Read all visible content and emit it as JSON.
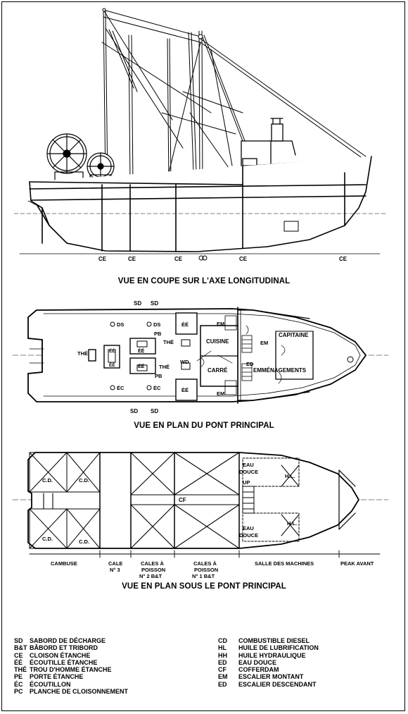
{
  "views": {
    "section_title": "VUE EN COUPE SUR L'AXE LONGITUDINAL",
    "deck_title": "VUE EN PLAN DU PONT PRINCIPAL",
    "below_title": "VUE EN PLAN SOUS LE PONT PRINCIPAL"
  },
  "section_labels": [
    "CE",
    "CE",
    "CE",
    "CE",
    "CE"
  ],
  "deck_labels": {
    "sd": "SD",
    "ds": "DS",
    "ec": "ÉC",
    "ee": "ÉÉ",
    "the": "THÉ",
    "pb": "PB",
    "wd": "WD",
    "em": "EM",
    "ed": "ED",
    "cuisine": "CUISINE",
    "carre": "CARRÉ",
    "capitaine": "CAPITAINE",
    "emmenagements": "EMMÉNAGEMENTS"
  },
  "below_labels": {
    "cd": "C.D.",
    "cf": "CF",
    "eau": "EAU",
    "douce": "DOUCE",
    "up": "UP",
    "hl": "H.L."
  },
  "zones": {
    "cambuse": "CAMBUSE",
    "cale3_a": "CALE",
    "cale3_b": "N° 3",
    "cale2_a": "CALES À",
    "cale2_b": "POISSON",
    "cale2_c": "N° 2 B&T",
    "cale1_a": "CALES À",
    "cale1_b": "POISSON",
    "cale1_c": "N° 1 B&T",
    "salle": "SALLE DES MACHINES",
    "peak": "PEAK AVANT"
  },
  "legend_left": [
    {
      "code": "SD",
      "text": "SABORD DE DÉCHARGE"
    },
    {
      "code": "B&T",
      "text": "BÂBORD ET TRIBORD"
    },
    {
      "code": "CE",
      "text": "CLOISON ÉTANCHE"
    },
    {
      "code": "ÉÉ",
      "text": "ÉCOUTILLE ÉTANCHE"
    },
    {
      "code": "THÉ",
      "text": "TROU D'HOMME ÉTANCHE"
    },
    {
      "code": "PE",
      "text": "PORTE ÉTANCHE"
    },
    {
      "code": "ÉC",
      "text": "ÉCOUTILLON"
    },
    {
      "code": "PC",
      "text": "PLANCHE DE CLOISONNEMENT"
    }
  ],
  "legend_right": [
    {
      "code": "CD",
      "text": "COMBUSTIBLE DIESEL"
    },
    {
      "code": "HL",
      "text": "HUILE DE LUBRIFICATION"
    },
    {
      "code": "HH",
      "text": "HUILE HYDRAULIQUE"
    },
    {
      "code": "ED",
      "text": "EAU DOUCE"
    },
    {
      "code": "CF",
      "text": "COFFERDAM"
    },
    {
      "code": "EM",
      "text": "ESCALIER MONTANT"
    },
    {
      "code": "ED",
      "text": "ESCALIER DESCENDANT"
    }
  ]
}
